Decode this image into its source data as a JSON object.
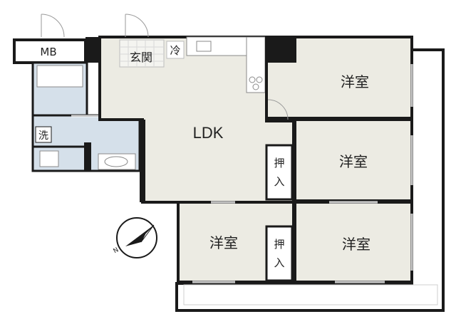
{
  "floor_plan": {
    "labels": {
      "mb": "MB",
      "genkan": "玄関",
      "fridge": "冷",
      "ldk": "LDK",
      "laundry": "洗",
      "western_room_ne": "洋室",
      "western_room_e": "洋室",
      "western_room_se": "洋室",
      "western_room_s": "洋室",
      "closet_upper": "押入",
      "closet_lower": "押入"
    },
    "compass": {
      "icon": "compass-icon",
      "north_marker": "N"
    },
    "colors": {
      "room_fill": "#ecebe3",
      "wet_fill": "#d5e0ea",
      "wall": "#1a1a1a",
      "balcony_fill": "#ffffff"
    }
  }
}
